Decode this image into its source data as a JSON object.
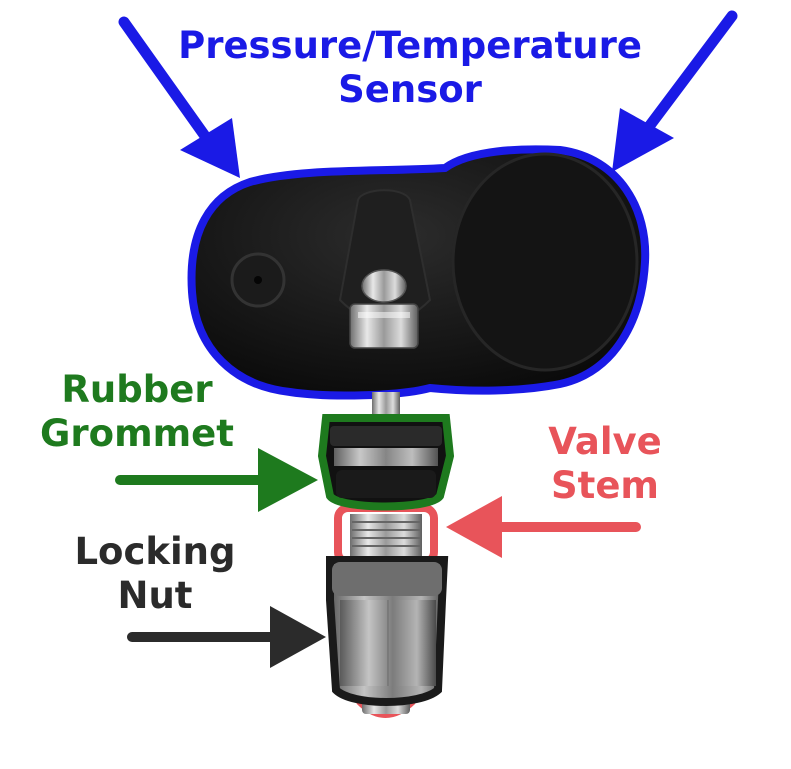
{
  "labels": {
    "sensor": {
      "line1": "Pressure/Temperature",
      "line2": "Sensor"
    },
    "grommet": {
      "line1": "Rubber",
      "line2": "Grommet"
    },
    "valve": {
      "line1": "Valve",
      "line2": "Stem"
    },
    "nut": {
      "line1": "Locking",
      "line2": "Nut"
    }
  },
  "colors": {
    "sensor": "#1a1ae6",
    "grommet": "#1e7a1e",
    "valve": "#e8545a",
    "nut": "#2b2b2b",
    "body": "#111111",
    "metal": "#b9b9b9"
  }
}
